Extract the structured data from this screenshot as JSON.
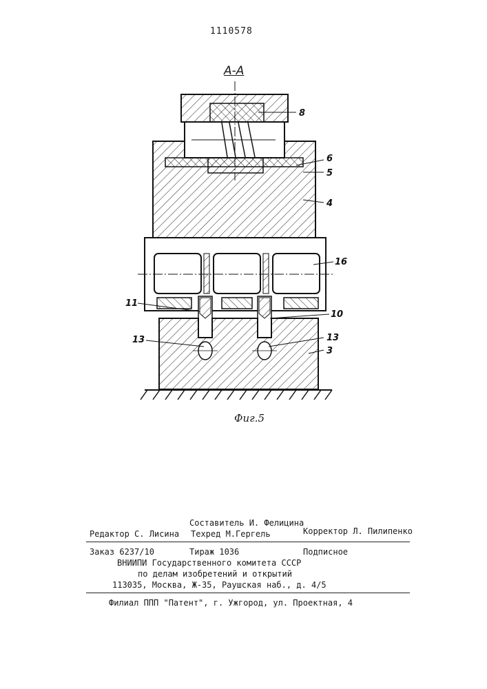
{
  "header": {
    "patent_number": "1110578",
    "section_label": "А-А"
  },
  "figure": {
    "caption": "Фиг.5",
    "callouts": {
      "c8": "8",
      "c6": "6",
      "c5": "5",
      "c4": "4",
      "c16": "16",
      "c11": "11",
      "c10": "10",
      "c13a": "13",
      "c13b": "13",
      "c3": "3"
    }
  },
  "imprint": {
    "compiler": "Составитель И. Фелицина",
    "editor": "Редактор С. Лисина",
    "techred": "Техред М.Гергель",
    "corrector": "Корректор Л. Пилипенко",
    "order": "Заказ 6237/10",
    "circulation": "Тираж 1036",
    "subscription": "Подписное",
    "org_line1": "ВНИИПИ Государственного комитета СССР",
    "org_line2": "по делам изобретений и открытий",
    "org_address": "113035, Москва, Ж-35, Раушская наб., д. 4/5",
    "branch": "Филиал ППП \"Патент\", г. Ужгород, ул. Проектная, 4"
  }
}
